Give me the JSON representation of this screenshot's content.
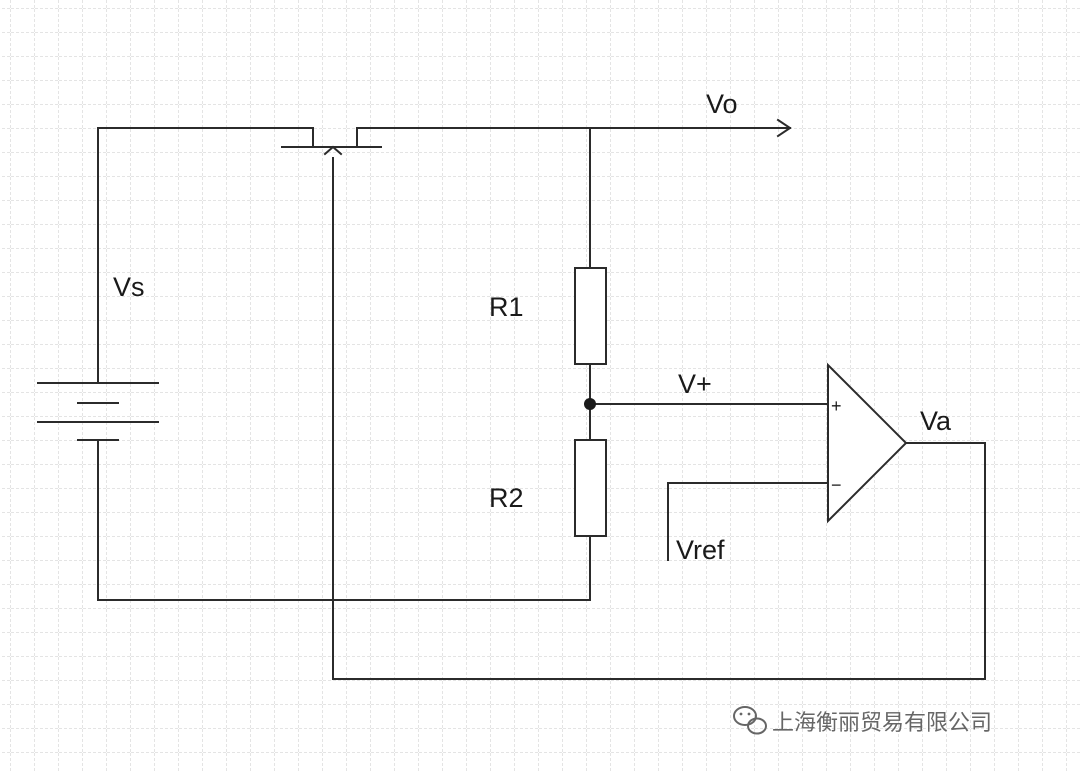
{
  "labels": {
    "vo": "Vo",
    "vs": "Vs",
    "r1": "R1",
    "r2": "R2",
    "vplus": "V+",
    "va": "Va",
    "vref": "Vref",
    "opamp_plus": "+",
    "opamp_minus": "−"
  },
  "watermark": {
    "text": "上海衡丽贸易有限公司",
    "icon": "wechat-icon"
  },
  "colors": {
    "grid": "#c8c8c8",
    "line": "#2b2b2b",
    "background": "#ffffff"
  }
}
